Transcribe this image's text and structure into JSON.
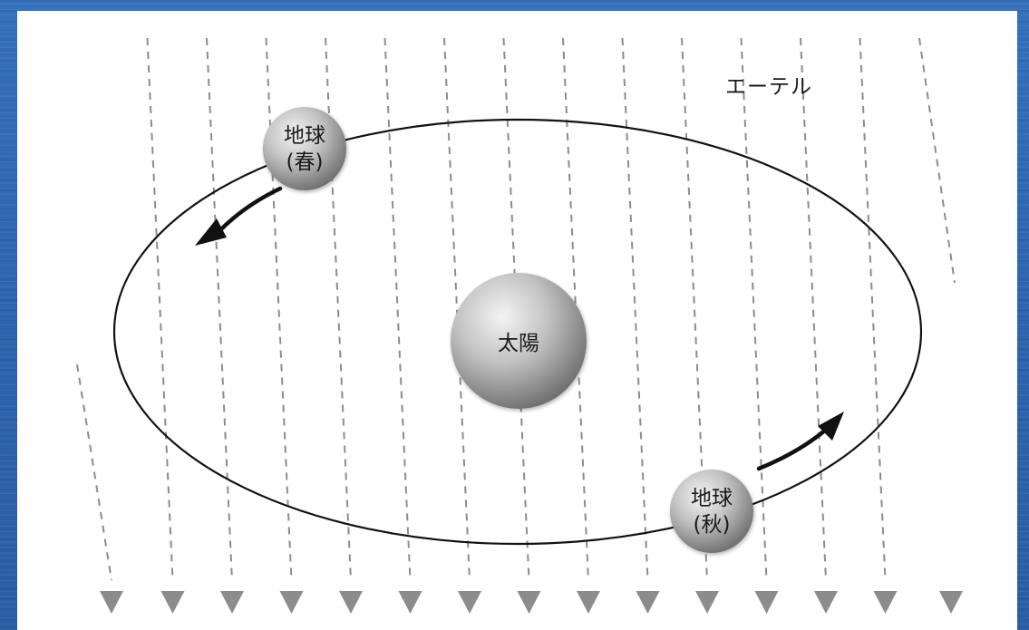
{
  "diagram": {
    "aether_label": "エーテル",
    "sun_label": "太陽",
    "earth_spring": {
      "line1": "地球",
      "line2": "(春)"
    },
    "earth_autumn": {
      "line1": "地球",
      "line2": "(秋)"
    }
  },
  "colors": {
    "background": "#2c66b0",
    "panel": "#ffffff",
    "aether_lines": "#8c8c8c",
    "orbit": "#111111",
    "sphere_light": "#f2f2f2",
    "sphere_dark": "#6e6e6e"
  }
}
